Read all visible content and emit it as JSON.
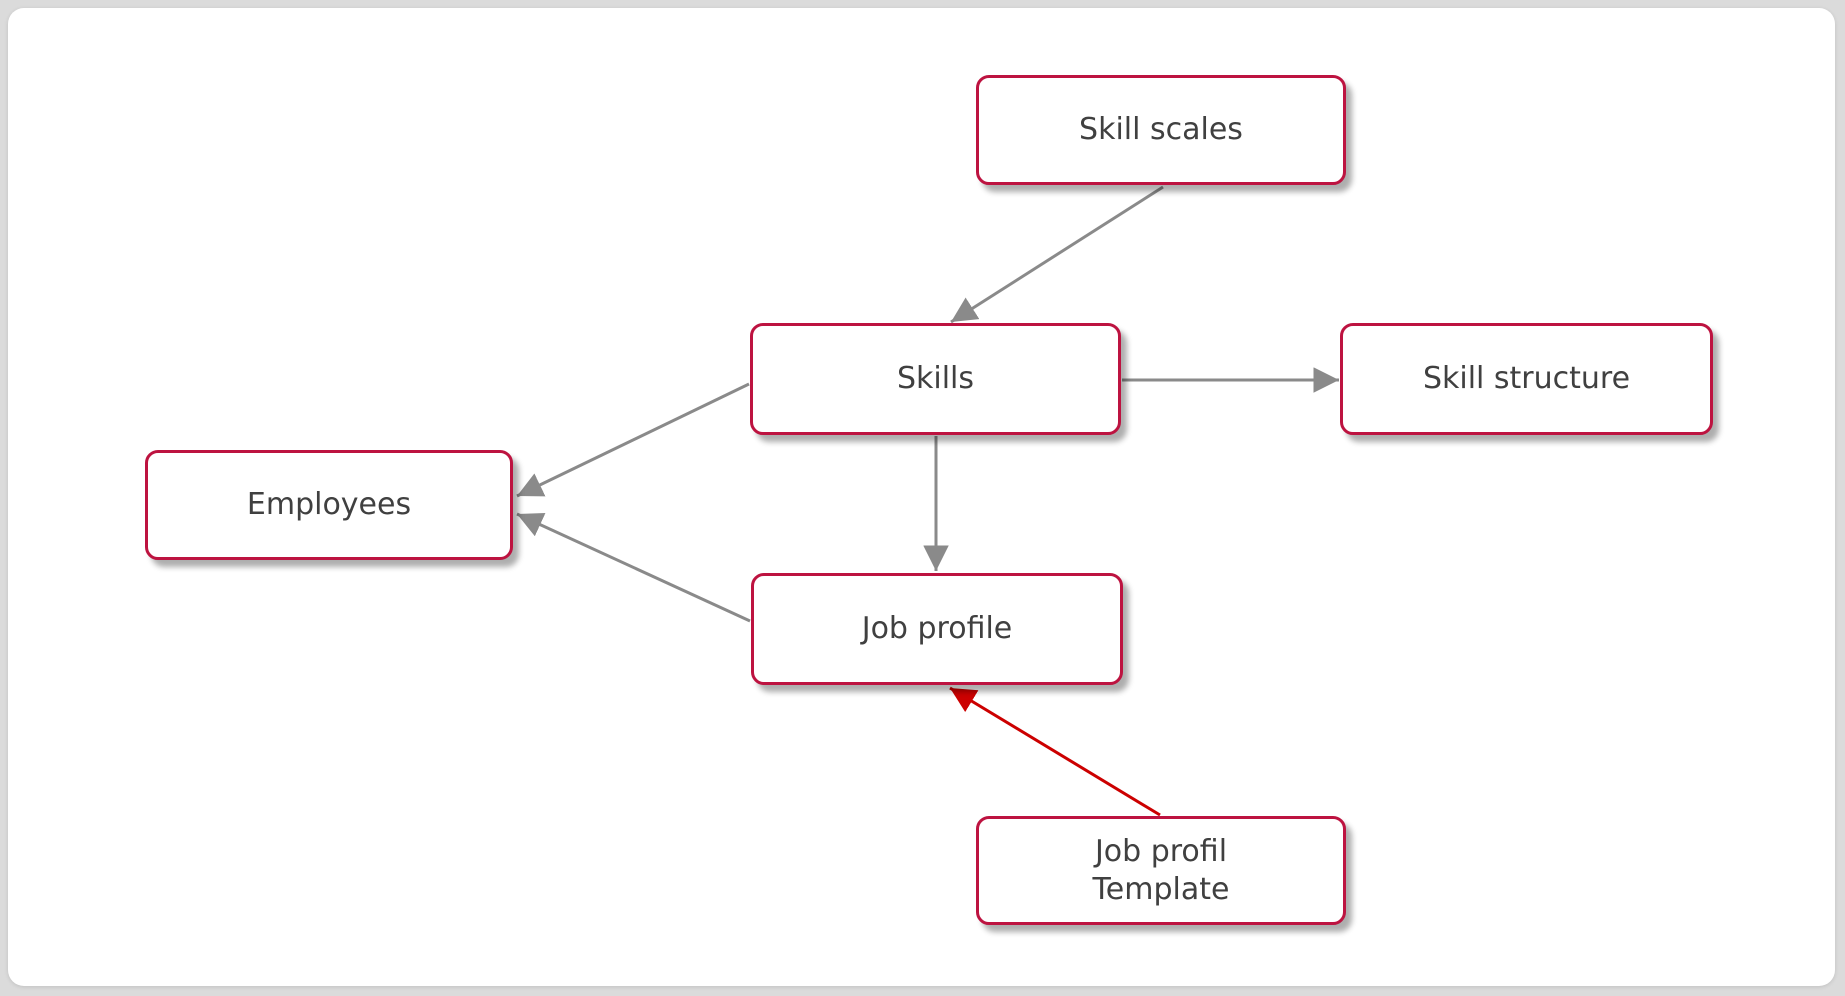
{
  "diagram": {
    "nodes": {
      "skill_scales": {
        "label": "Skill scales"
      },
      "skills": {
        "label": "Skills"
      },
      "skill_structure": {
        "label": "Skill structure"
      },
      "employees": {
        "label": "Employees"
      },
      "job_profile": {
        "label": "Job profile"
      },
      "job_profil_template": {
        "label": "Job profil\nTemplate"
      }
    },
    "edges": [
      {
        "from": "Skill scales",
        "to": "Skills",
        "color": "gray"
      },
      {
        "from": "Skills",
        "to": "Skill structure",
        "color": "gray"
      },
      {
        "from": "Skills",
        "to": "Employees",
        "color": "gray"
      },
      {
        "from": "Skills",
        "to": "Job profile",
        "color": "gray"
      },
      {
        "from": "Job profile",
        "to": "Employees",
        "color": "gray"
      },
      {
        "from": "Job profil Template",
        "to": "Job profile",
        "color": "red"
      }
    ]
  },
  "colors": {
    "node_border": "#BD1340",
    "node_fill": "#FFFFFF",
    "node_text": "#404040",
    "edge_gray": "#8A8A8A",
    "edge_red": "#CC0000",
    "canvas_bg": "#FFFFFF",
    "page_bg": "#DBDBDB"
  }
}
